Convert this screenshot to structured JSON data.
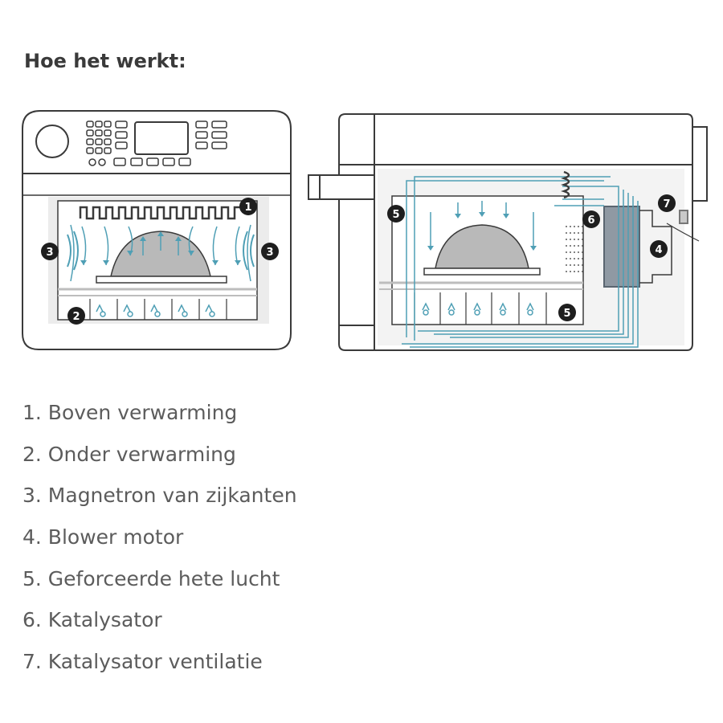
{
  "heading": "Hoe het werkt:",
  "colors": {
    "outline": "#3a3a3a",
    "airflow": "#4f9fb5",
    "badge": "#1e1e1e",
    "panel": "#ececec",
    "food": "#b9b9b9"
  },
  "markers": {
    "front_1": "1",
    "front_2": "2",
    "front_3_left": "3",
    "front_3_right": "3",
    "side_5_top": "5",
    "side_5_bottom": "5",
    "side_6": "6",
    "side_7": "7",
    "side_4": "4"
  },
  "legend": [
    "1. Boven verwarming",
    "2. Onder verwarming",
    "3. Magnetron van zijkanten",
    "4. Blower motor",
    "5. Geforceerde hete lucht",
    "6. Katalysator",
    "7. Katalysator ventilatie"
  ]
}
